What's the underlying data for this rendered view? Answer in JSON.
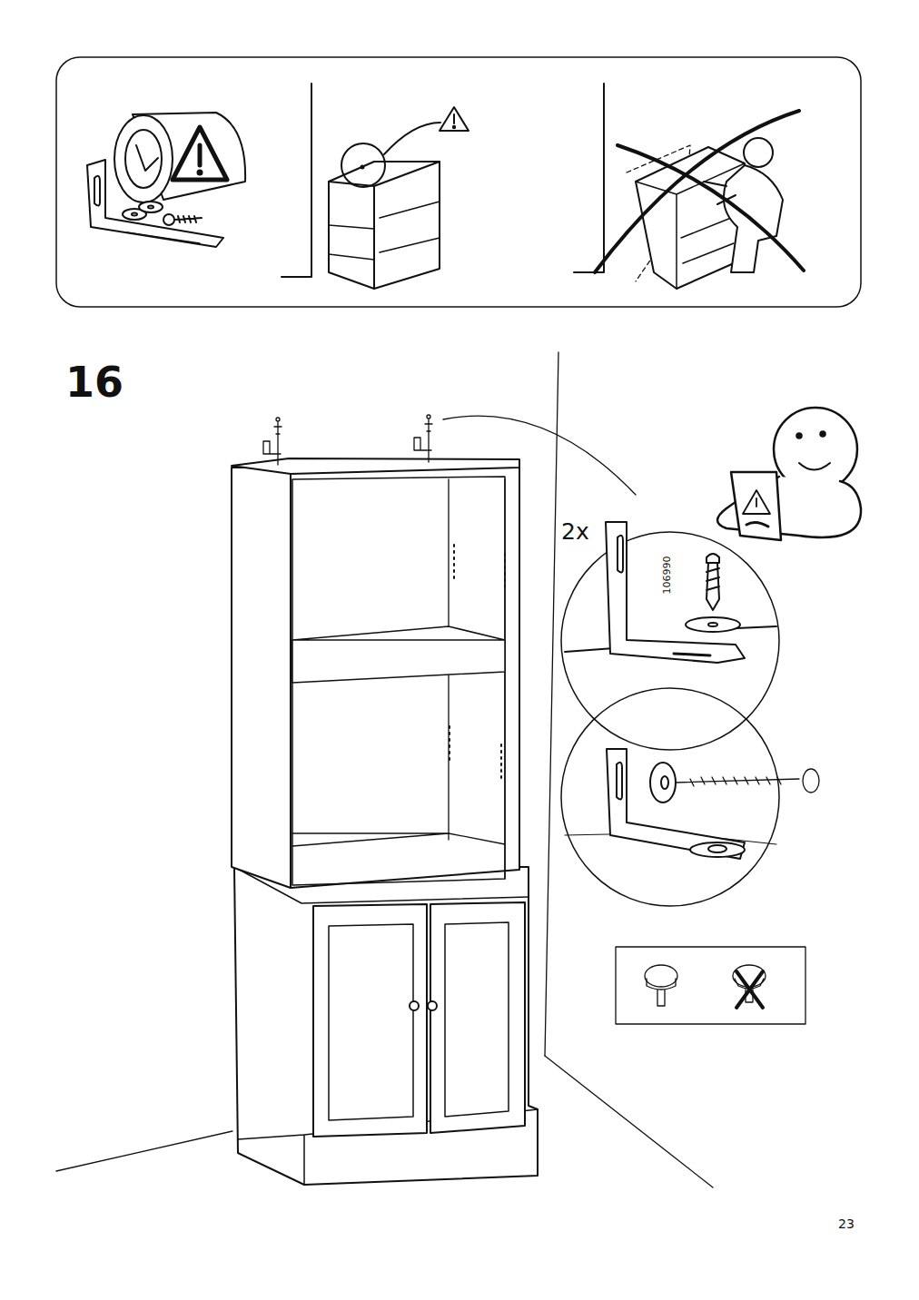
{
  "diagram": {
    "labels": [
      "16",
      "2x",
      "106990",
      "23"
    ]
  }
}
